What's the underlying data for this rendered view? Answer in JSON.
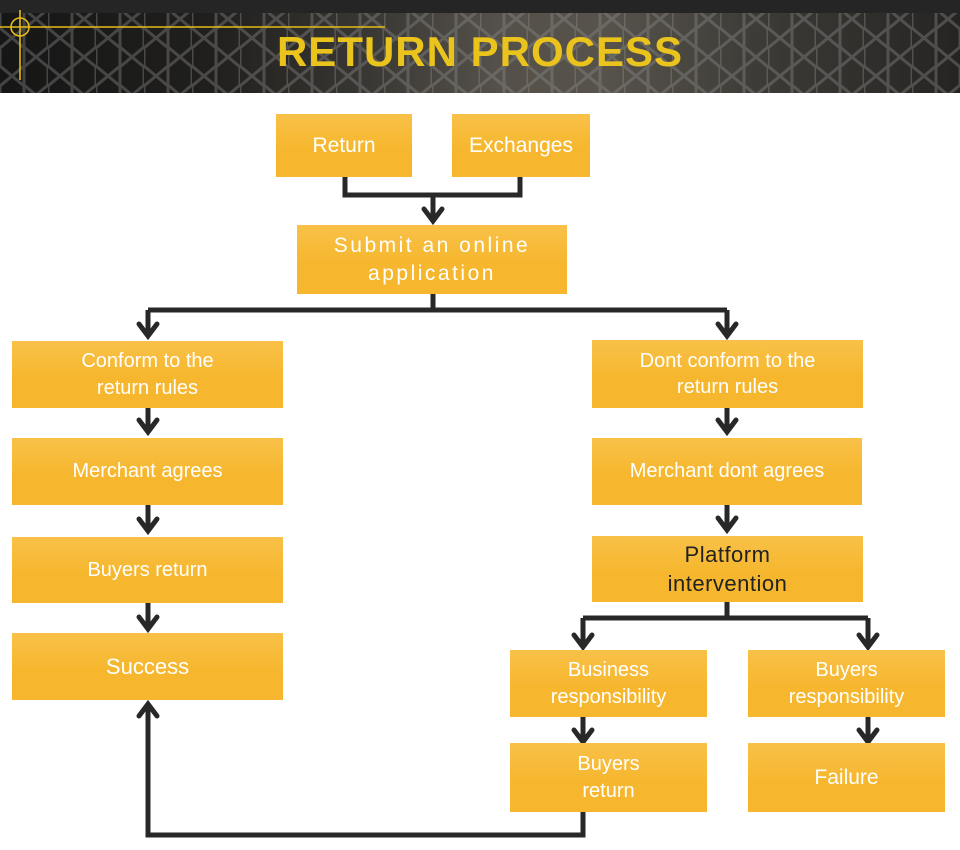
{
  "theme": {
    "box_fill": "#f6b72e",
    "box_text": "#ffffff",
    "dark_text": "#222222",
    "line_color": "#282828",
    "title_color": "#eac41c",
    "banner_bg": "#2b2a28",
    "crosshair_color": "#e3bc19"
  },
  "header": {
    "title": "RETURN PROCESS"
  },
  "nodes": {
    "return": "Return",
    "exchanges": "Exchanges",
    "submit": "Submit an online\napplication",
    "conform": "Conform to the\nreturn rules",
    "merchant_agrees": "Merchant agrees",
    "buyers_return_left": "Buyers return",
    "success": "Success",
    "dont_conform": "Dont conform to the\nreturn rules",
    "merchant_dont_agrees": "Merchant dont agrees",
    "platform": "Platform\nintervention",
    "business_resp": "Business\nresponsibility",
    "buyers_resp": "Buyers\nresponsibility",
    "buyers_return_bottom": "Buyers\nreturn",
    "failure": "Failure"
  }
}
